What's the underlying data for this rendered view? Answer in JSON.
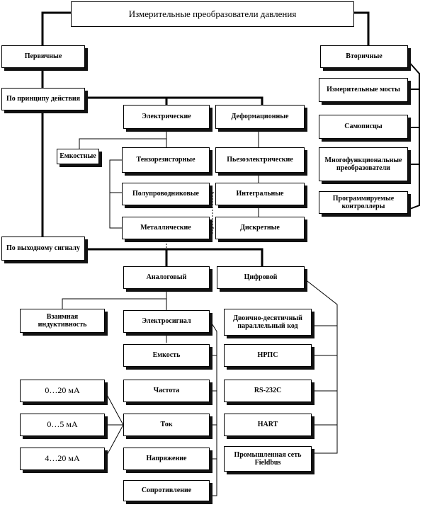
{
  "title": "Измерительные преобразователи давления",
  "level1": {
    "primary": "Первичные",
    "secondary": "Вторичные"
  },
  "secondary_items": [
    "Измерительные мосты",
    "Самописцы",
    "Многофункциональные преобразователи",
    "Программируемые контроллеры"
  ],
  "principle": {
    "header": "По принципу действия",
    "electric": "Электрические",
    "deformation": "Деформационные",
    "capacitive": "Емкостные",
    "tenso": "Тензорезисторные",
    "piezo": "Пьезоэлектрические",
    "semi": "Полупроводниковые",
    "integral": "Интегральные",
    "metal": "Металлические",
    "discrete": "Дискретные"
  },
  "output": {
    "header": "По выходному сигналу",
    "analog": "Аналоговый",
    "digital": "Цифровой",
    "mutual": "Взаимная индуктивность",
    "electrosignal": "Электросигнал",
    "capacity": "Емкость",
    "frequency": "Частота",
    "current": "Ток",
    "voltage": "Напряжение",
    "resistance": "Сопротивление",
    "ranges": [
      "0…20 мА",
      "0…5 мА",
      "4…20 мА"
    ],
    "digital_items": [
      "Двоично-десятичный параллельный код",
      "НРПС",
      "RS-232C",
      "HART",
      "Промышленная сеть Fieldbus"
    ]
  }
}
